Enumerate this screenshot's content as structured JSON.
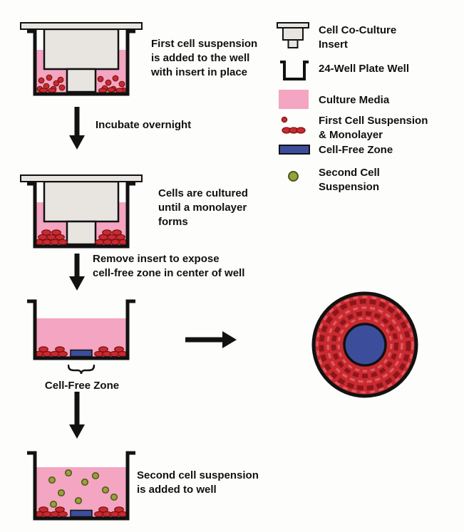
{
  "colors": {
    "background": "#fdfdfb",
    "outline": "#121212",
    "culture_media_pink": "#f3a5c1",
    "insert_grey": "#e8e5e1",
    "first_cell_red": "#c92a30",
    "first_cell_dark": "#7c1114",
    "cell_free_blue": "#3c4e9b",
    "second_cell_olive": "#97a13d",
    "second_cell_dark": "#4f5618",
    "ring_dark": "#8b161b",
    "ring_light": "#e05a60"
  },
  "flow": {
    "step1_caption": "First cell suspension\nis added to the well\nwith insert in place",
    "arrow1_label": "Incubate overnight",
    "step2_caption": "Cells are cultured\nuntil a monolayer\nforms",
    "arrow2_label": "Remove insert to expose\ncell-free zone in center of well",
    "step3_zone_label": "Cell-Free Zone",
    "step4_caption": "Second cell suspension\nis added to well"
  },
  "legend": {
    "items": [
      {
        "icon": "cell-co-culture-insert-icon",
        "label": "Cell Co-Culture\nInsert"
      },
      {
        "icon": "well-plate-icon",
        "label": "24-Well Plate Well"
      },
      {
        "icon": "culture-media-swatch",
        "label": "Culture Media"
      },
      {
        "icon": "first-cell-suspension-icon",
        "label": "First Cell Suspension\n& Monolayer"
      },
      {
        "icon": "cell-free-zone-swatch",
        "label": "Cell-Free Zone"
      },
      {
        "icon": "second-cell-suspension-icon",
        "label": "Second Cell\nSuspension"
      }
    ]
  }
}
